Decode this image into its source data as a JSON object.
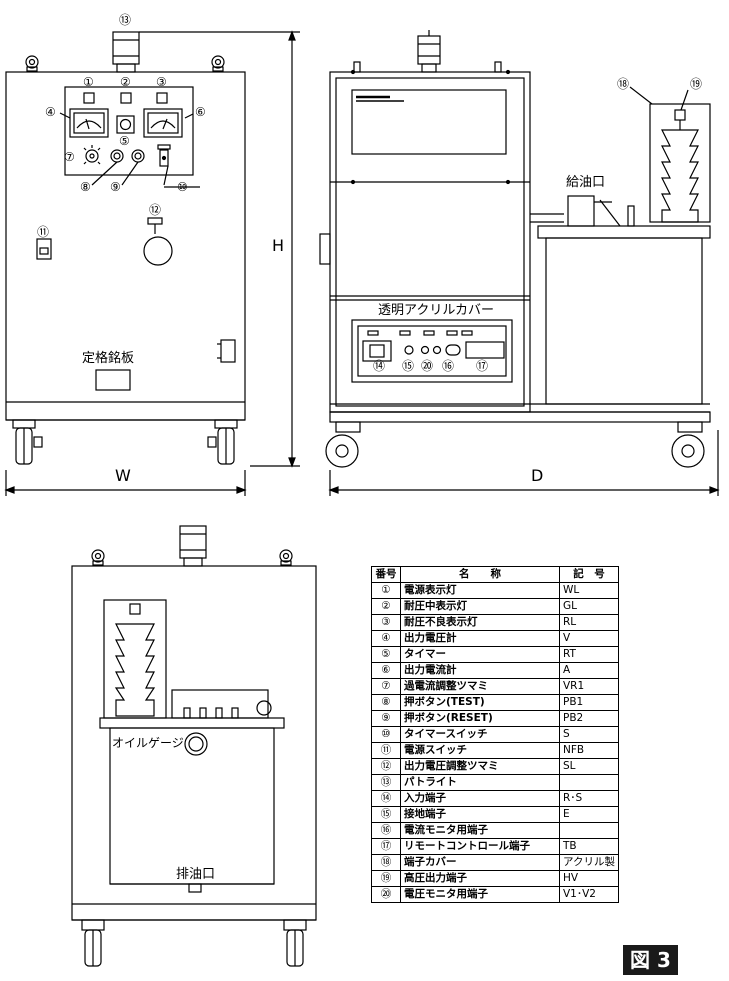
{
  "figure_label": "図 3",
  "dimensions": {
    "width": "W",
    "height": "H",
    "depth": "D"
  },
  "labels": {
    "rating_plate": "定格銘板",
    "oil_inlet": "給油口",
    "acrylic_cover": "透明アクリルカバー",
    "oil_gauge": "オイルゲージ",
    "oil_drain": "排油口"
  },
  "callouts": {
    "front": [
      "①",
      "②",
      "③",
      "④",
      "⑤",
      "⑥",
      "⑦",
      "⑧",
      "⑨",
      "⑩",
      "⑪",
      "⑫",
      "⑬"
    ],
    "side": [
      "⑭",
      "⑮",
      "⑳",
      "⑯",
      "⑰",
      "⑱",
      "⑲"
    ]
  },
  "table": {
    "headers": [
      "番号",
      "名　　称",
      "記　号"
    ],
    "rows": [
      {
        "no": "①",
        "name": "電源表示灯",
        "symbol": "WL"
      },
      {
        "no": "②",
        "name": "耐圧中表示灯",
        "symbol": "GL"
      },
      {
        "no": "③",
        "name": "耐圧不良表示灯",
        "symbol": "RL"
      },
      {
        "no": "④",
        "name": "出力電圧計",
        "symbol": "V"
      },
      {
        "no": "⑤",
        "name": "タイマー",
        "symbol": "RT"
      },
      {
        "no": "⑥",
        "name": "出力電流計",
        "symbol": "A"
      },
      {
        "no": "⑦",
        "name": "過電流調整ツマミ",
        "symbol": "VR1"
      },
      {
        "no": "⑧",
        "name": "押ボタン(TEST)",
        "symbol": "PB1"
      },
      {
        "no": "⑨",
        "name": "押ボタン(RESET)",
        "symbol": "PB2"
      },
      {
        "no": "⑩",
        "name": "タイマースイッチ",
        "symbol": "S"
      },
      {
        "no": "⑪",
        "name": "電源スイッチ",
        "symbol": "NFB"
      },
      {
        "no": "⑫",
        "name": "出力電圧調整ツマミ",
        "symbol": "SL"
      },
      {
        "no": "⑬",
        "name": "パトライト",
        "symbol": ""
      },
      {
        "no": "⑭",
        "name": "入力端子",
        "symbol": "R･S"
      },
      {
        "no": "⑮",
        "name": "接地端子",
        "symbol": "E"
      },
      {
        "no": "⑯",
        "name": "電流モニタ用端子",
        "symbol": ""
      },
      {
        "no": "⑰",
        "name": "リモートコントロール端子",
        "symbol": "TB"
      },
      {
        "no": "⑱",
        "name": "端子カバー",
        "symbol": "アクリル製"
      },
      {
        "no": "⑲",
        "name": "高圧出力端子",
        "symbol": "HV"
      },
      {
        "no": "⑳",
        "name": "電圧モニタ用端子",
        "symbol": "V1･V2"
      }
    ]
  }
}
